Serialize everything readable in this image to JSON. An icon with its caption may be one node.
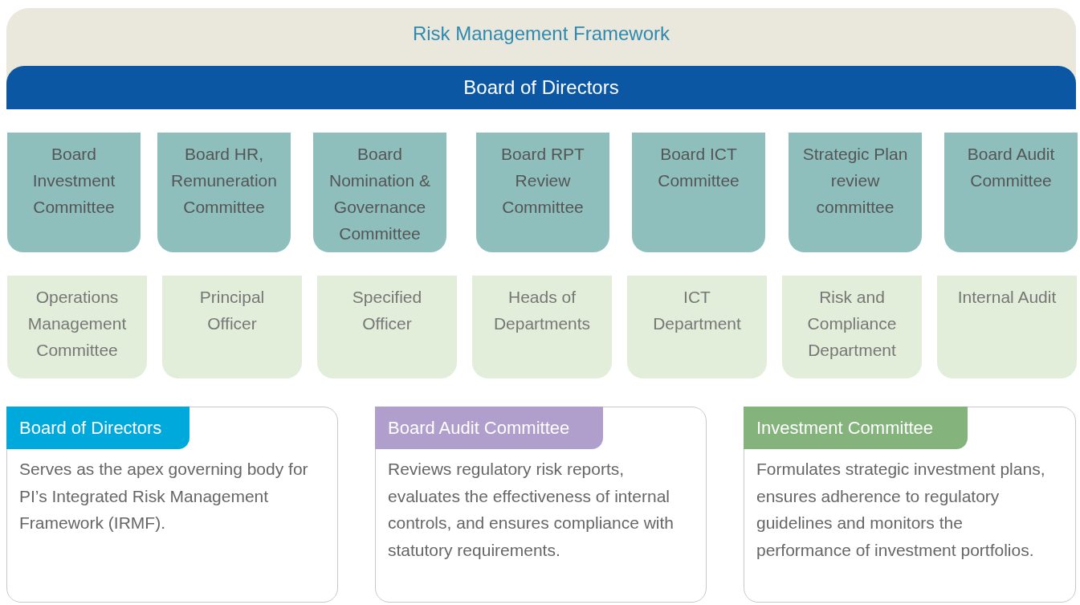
{
  "diagram": {
    "nodes": [
      {
        "text": [
          "Risk Management Framework"
        ]
      },
      {
        "text": [
          "Board of Directors"
        ],
        "in": 0
      },
      {
        "text": [
          "Board Investment Committee"
        ]
      },
      {
        "text": [
          "Board HR, Remuneration Committee"
        ]
      },
      {
        "text": [
          "Board Nomination & Governance Committee"
        ]
      },
      {
        "text": [
          "Board RPT Review Committee"
        ]
      },
      {
        "text": [
          "Board ICT Committee"
        ]
      },
      {
        "text": [
          "Strategic Plan review committee"
        ]
      },
      {
        "text": [
          "Board Audit Committee"
        ]
      },
      {
        "text": [
          "Operations Management Committee"
        ]
      },
      {
        "text": [
          "Principal Officer"
        ]
      },
      {
        "text": [
          "Specified Officer"
        ]
      },
      {
        "text": [
          "Heads of Departments"
        ]
      },
      {
        "text": [
          "ICT Department"
        ]
      },
      {
        "text": [
          "Risk and Compliance Department"
        ]
      },
      {
        "text": [
          "Internal Audit"
        ]
      },
      {
        "text": [
          "Board of Directors",
          "Serves as the apex governing body for PI’s Integrated Risk Management Framework (IRMF)."
        ]
      },
      {
        "text": [
          "Board Audit Committee",
          "Reviews regulatory risk reports, evaluates the effectiveness of internal controls, and ensures compliance with statutory requirements."
        ]
      },
      {
        "text": [
          "Investment Committee",
          "Formulates strategic investment plans, ensures adherence to regulatory guidelines and monitors the performance of investment portfolios."
        ]
      }
    ],
    "edges": []
  }
}
